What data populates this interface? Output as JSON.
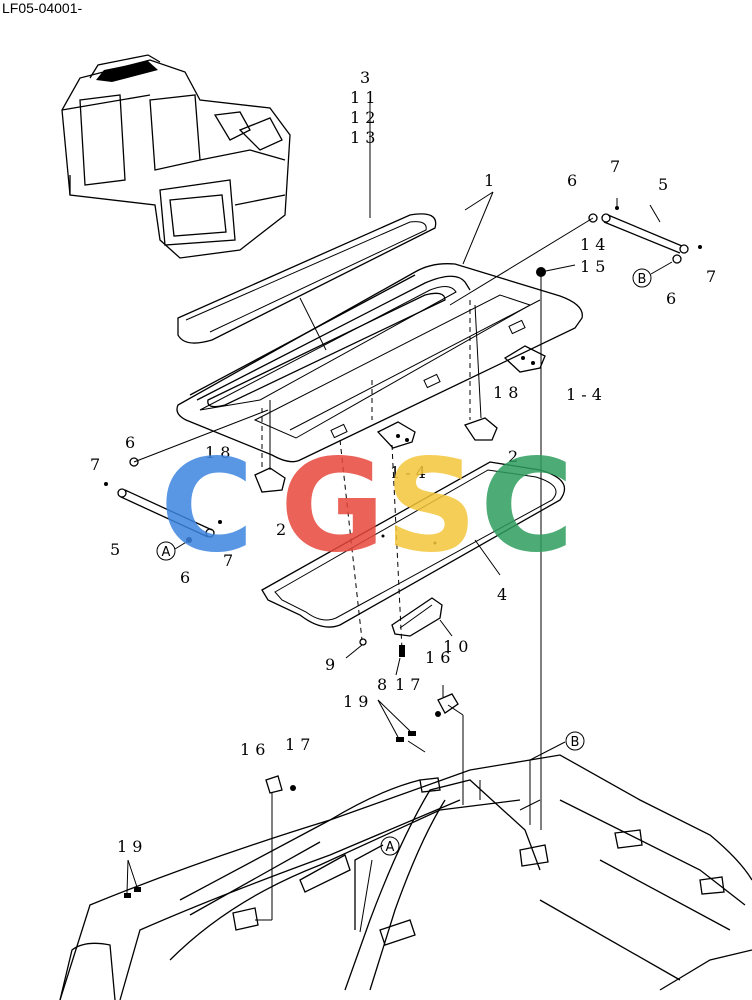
{
  "document": {
    "code": "LF05-04001-"
  },
  "callouts": {
    "c3": "3",
    "c11": "1 1",
    "c12": "1 2",
    "c13": "1 3",
    "c1": "1",
    "c6_top": "6",
    "c7_top": "7",
    "c5_top": "5",
    "c14": "1 4",
    "c15": "1 5",
    "c7_right": "7",
    "c6_right": "6",
    "c1_4_right": "1 - 4",
    "c18_right": "1 8",
    "c2_right": "2",
    "c6_left": "6",
    "c7_left": "7",
    "c18_left": "1 8",
    "c1_4_mid": "1 - 4",
    "c5_left": "5",
    "c2_left": "2",
    "c6_left_b": "6",
    "c7_left_b": "7",
    "c4": "4",
    "c10": "1 0",
    "c9": "9",
    "c8": "8",
    "c17_a": "1 7",
    "c16_a": "1 6",
    "c19_a": "1 9",
    "c16_b": "1 6",
    "c17_b": "1 7",
    "c19_b": "1 9"
  },
  "reference_markers": {
    "a": "A",
    "b": "B"
  },
  "watermark": {
    "letters": [
      "C",
      "G",
      "S",
      "C"
    ],
    "colors": [
      "#3d85e0",
      "#e8473c",
      "#f4c63a",
      "#2e9e5e"
    ]
  }
}
